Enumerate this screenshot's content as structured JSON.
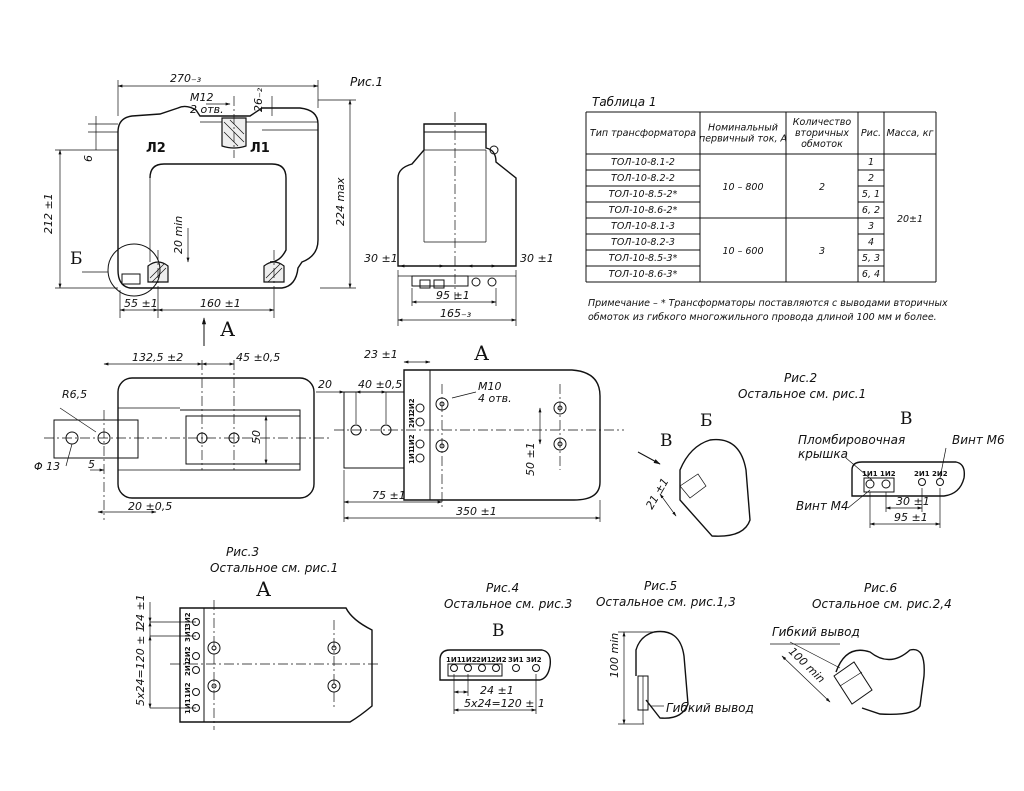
{
  "fig1": {
    "title": "Рис.1",
    "dim_270": "270₋₃",
    "dim_m12": "М12",
    "dim_2otv": "2 отв.",
    "dim_26": "26₋₂",
    "dim_6": "6",
    "dim_212": "212 ±1",
    "dim_224": "224 max",
    "dim_20min": "20 min",
    "dim_55": "55 ±1",
    "dim_160": "160 ±1",
    "label_l2": "Л2",
    "label_l1": "Л1",
    "label_b": "Б",
    "label_a": "А",
    "side_30a": "30 ±1",
    "side_30b": "30 ±1",
    "side_95": "95 ±1",
    "side_165": "165₋₃"
  },
  "view_top": {
    "dim_1325": "132,5 ±2",
    "dim_45": "45 ±0,5",
    "dim_r65": "R6,5",
    "dim_50": "50",
    "dim_13": "Φ 13",
    "dim_5": "5",
    "dim_20": "20 ±0,5"
  },
  "view_a": {
    "label": "А",
    "dim_23": "23 ±1",
    "dim_20": "20",
    "dim_40": "40 ±0,5",
    "dim_m10": "М10",
    "dim_4otv": "4 отв.",
    "dim_50": "50 ±1",
    "dim_75": "75 ±1",
    "dim_350": "350 ±1",
    "terms_top": [
      "2И2",
      "2И1"
    ],
    "terms_bot": [
      "1И2",
      "1И1"
    ]
  },
  "fig2": {
    "title": "Рис.2",
    "subtitle": "Остальное см. рис.1",
    "label_v": "В",
    "label_b": "Б",
    "label_v2": "В",
    "dim_21": "21 ±1",
    "seal_1": "Пломбировочная",
    "seal_2": "крышка",
    "screw_m6": "Винт М6",
    "screw_m4": "Винт М4",
    "dim_30": "30 ±1",
    "dim_95": "95 ±1",
    "terms": [
      "1И1",
      "1И2",
      "2И1",
      "2И2"
    ]
  },
  "fig3": {
    "title": "Рис.3",
    "subtitle": "Остальное см. рис.1",
    "label_a": "А",
    "dim_24": "24 ±1",
    "dim_5x24": "5х24=120 ± 1",
    "terms": [
      "3И2",
      "3И1",
      "2И2",
      "2И1",
      "1И2",
      "1И1"
    ]
  },
  "fig4": {
    "title": "Рис.4",
    "subtitle": "Остальное см. рис.3",
    "label_v": "В",
    "dim_24": "24 ±1",
    "dim_5x24": "5х24=120 ± 1",
    "terms": [
      "1И1",
      "1И2",
      "2И1",
      "2И2",
      "3И1",
      "3И2"
    ]
  },
  "fig5": {
    "title": "Рис.5",
    "subtitle": "Остальное см. рис.1,3",
    "dim_100": "100 min",
    "lead": "Гибкий вывод"
  },
  "fig6": {
    "title": "Рис.6",
    "subtitle": "Остальное см. рис.2,4",
    "dim_100": "100 min",
    "lead": "Гибкий вывод"
  },
  "table": {
    "title": "Таблица 1",
    "headers": [
      "Тип трансформатора",
      "Номинальный первичный ток, А",
      "Количество вторичных обмоток",
      "Рис.",
      "Масса, кг"
    ],
    "header_lines": [
      [
        "Тип трансформатора"
      ],
      [
        "Номинальный",
        "первичный ток, А"
      ],
      [
        "Количество",
        "вторичных",
        "обмоток"
      ],
      [
        "Рис."
      ],
      [
        "Масса, кг"
      ]
    ],
    "rows": [
      {
        "type": "ТОЛ-10-8.1-2",
        "fig": "1"
      },
      {
        "type": "ТОЛ-10-8.2-2",
        "fig": "2"
      },
      {
        "type": "ТОЛ-10-8.5-2*",
        "fig": "5, 1"
      },
      {
        "type": "ТОЛ-10-8.6-2*",
        "fig": "6, 2"
      },
      {
        "type": "ТОЛ-10-8.1-3",
        "fig": "3"
      },
      {
        "type": "ТОЛ-10-8.2-3",
        "fig": "4"
      },
      {
        "type": "ТОЛ-10-8.5-3*",
        "fig": "5, 3"
      },
      {
        "type": "ТОЛ-10-8.6-3*",
        "fig": "6, 4"
      }
    ],
    "group1_current": "10 – 800",
    "group1_windings": "2",
    "group2_current": "10 – 600",
    "group2_windings": "3",
    "mass": "20±1"
  },
  "note": {
    "line1": "Примечание – * Трансформаторы поставляются с выводами вторичных",
    "line2": "обмоток из гибкого многожильного провода длиной 100 мм и более."
  }
}
